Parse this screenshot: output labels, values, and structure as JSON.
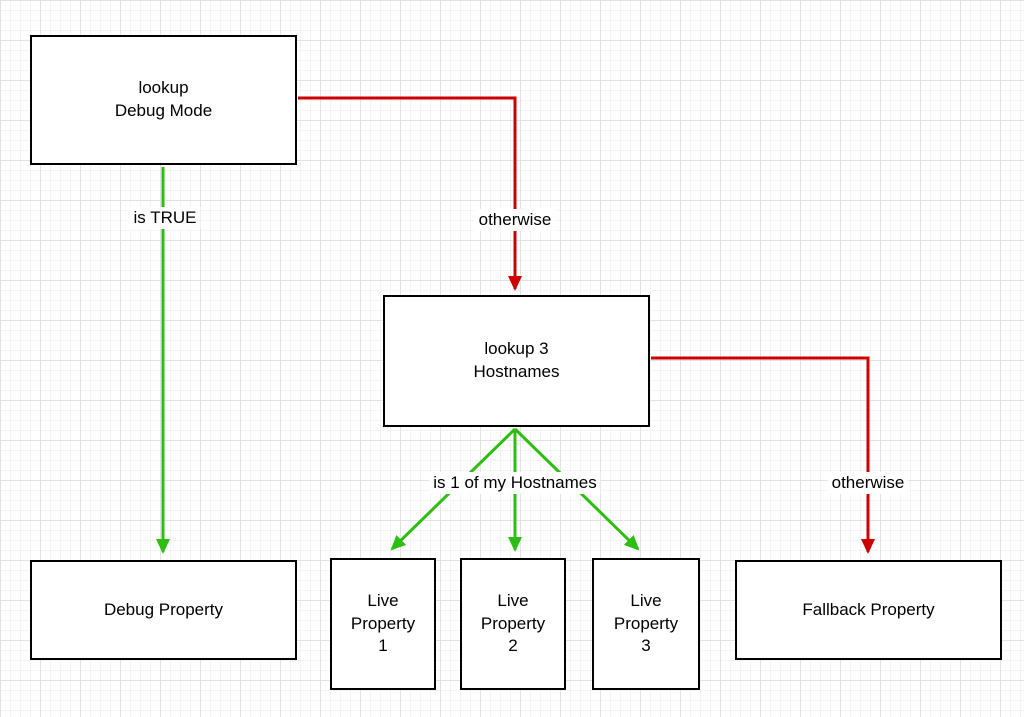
{
  "diagram": {
    "colors": {
      "green": "#2ebe12",
      "red": "#cc0000",
      "node_border": "#000000",
      "node_fill": "#ffffff"
    },
    "nodes": [
      {
        "id": "lookup-debug-mode",
        "label": "lookup\nDebug Mode"
      },
      {
        "id": "lookup-3-hostnames",
        "label": "lookup 3\nHostnames"
      },
      {
        "id": "debug-property",
        "label": "Debug Property"
      },
      {
        "id": "live-property-1",
        "label": "Live\nProperty\n1"
      },
      {
        "id": "live-property-2",
        "label": "Live\nProperty\n2"
      },
      {
        "id": "live-property-3",
        "label": "Live\nProperty\n3"
      },
      {
        "id": "fallback-property",
        "label": "Fallback Property"
      }
    ],
    "edges": [
      {
        "from": "lookup-debug-mode",
        "to": "debug-property",
        "label": "is TRUE",
        "color": "green"
      },
      {
        "from": "lookup-debug-mode",
        "to": "lookup-3-hostnames",
        "label": "otherwise",
        "color": "red"
      },
      {
        "from": "lookup-3-hostnames",
        "to": "live-property-1-2-3",
        "label": "is 1 of my Hostnames",
        "color": "green"
      },
      {
        "from": "lookup-3-hostnames",
        "to": "fallback-property",
        "label": "otherwise",
        "color": "red"
      }
    ]
  }
}
